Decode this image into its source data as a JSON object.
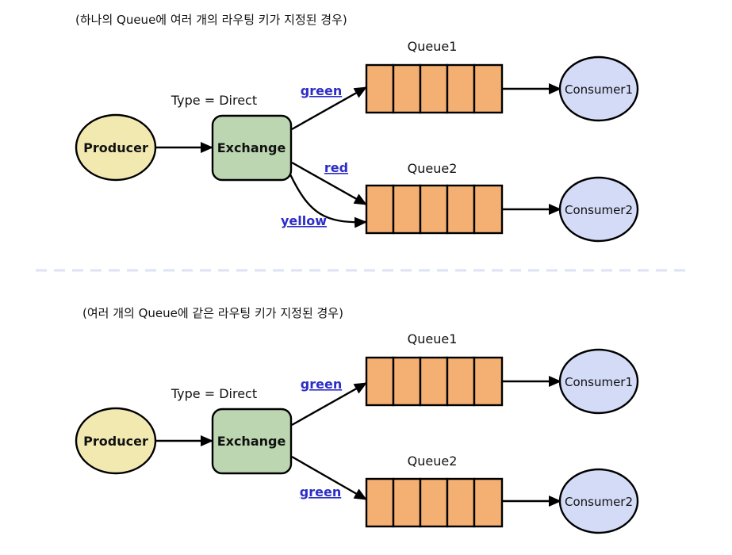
{
  "colors": {
    "producer_fill": "#f2e9b1",
    "exchange_fill": "#bcd6b1",
    "queue_fill": "#f4b072",
    "consumer_fill": "#d4dbf7",
    "routing_key_text": "#2d2dc8",
    "separator": "#dde3f4"
  },
  "diagrams": [
    {
      "caption": "(하나의 Queue에 여러 개의 라우팅 키가 지정된 경우)",
      "exchange_type": "Type = Direct",
      "producer": "Producer",
      "exchange": "Exchange",
      "queues": [
        {
          "title": "Queue1",
          "consumer": "Consumer1",
          "routing_keys": [
            "green"
          ]
        },
        {
          "title": "Queue2",
          "consumer": "Consumer2",
          "routing_keys": [
            "red",
            "yellow"
          ]
        }
      ]
    },
    {
      "caption": "(여러 개의 Queue에 같은 라우팅 키가 지정된 경우)",
      "exchange_type": "Type = Direct",
      "producer": "Producer",
      "exchange": "Exchange",
      "queues": [
        {
          "title": "Queue1",
          "consumer": "Consumer1",
          "routing_keys": [
            "green"
          ]
        },
        {
          "title": "Queue2",
          "consumer": "Consumer2",
          "routing_keys": [
            "green"
          ]
        }
      ]
    }
  ]
}
